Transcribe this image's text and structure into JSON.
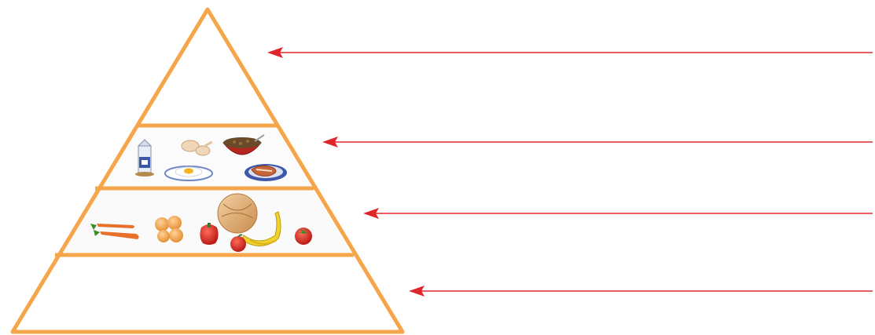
{
  "colors": {
    "pyramid_outline": "#F5A64A",
    "pyramid_fill": "#ffffff",
    "arrow": "#E0252B",
    "tier_bg": "#f7f7f7"
  },
  "pyramid": {
    "tiers": [
      {
        "level": 1,
        "name": "top",
        "contents": []
      },
      {
        "level": 2,
        "name": "second",
        "contents": [
          "milk-carton-icon",
          "chicken-drumstick-icon",
          "bowl-of-beans-icon",
          "fried-egg-icon",
          "steak-plate-icon"
        ]
      },
      {
        "level": 3,
        "name": "third",
        "contents": [
          "carrots-icon",
          "oranges-icon",
          "red-pepper-icon",
          "melon-icon",
          "bananas-icon",
          "tomato-icon"
        ]
      },
      {
        "level": 4,
        "name": "base",
        "contents": []
      }
    ]
  },
  "arrows": [
    {
      "points_to": "top"
    },
    {
      "points_to": "second"
    },
    {
      "points_to": "third"
    },
    {
      "points_to": "base"
    }
  ]
}
